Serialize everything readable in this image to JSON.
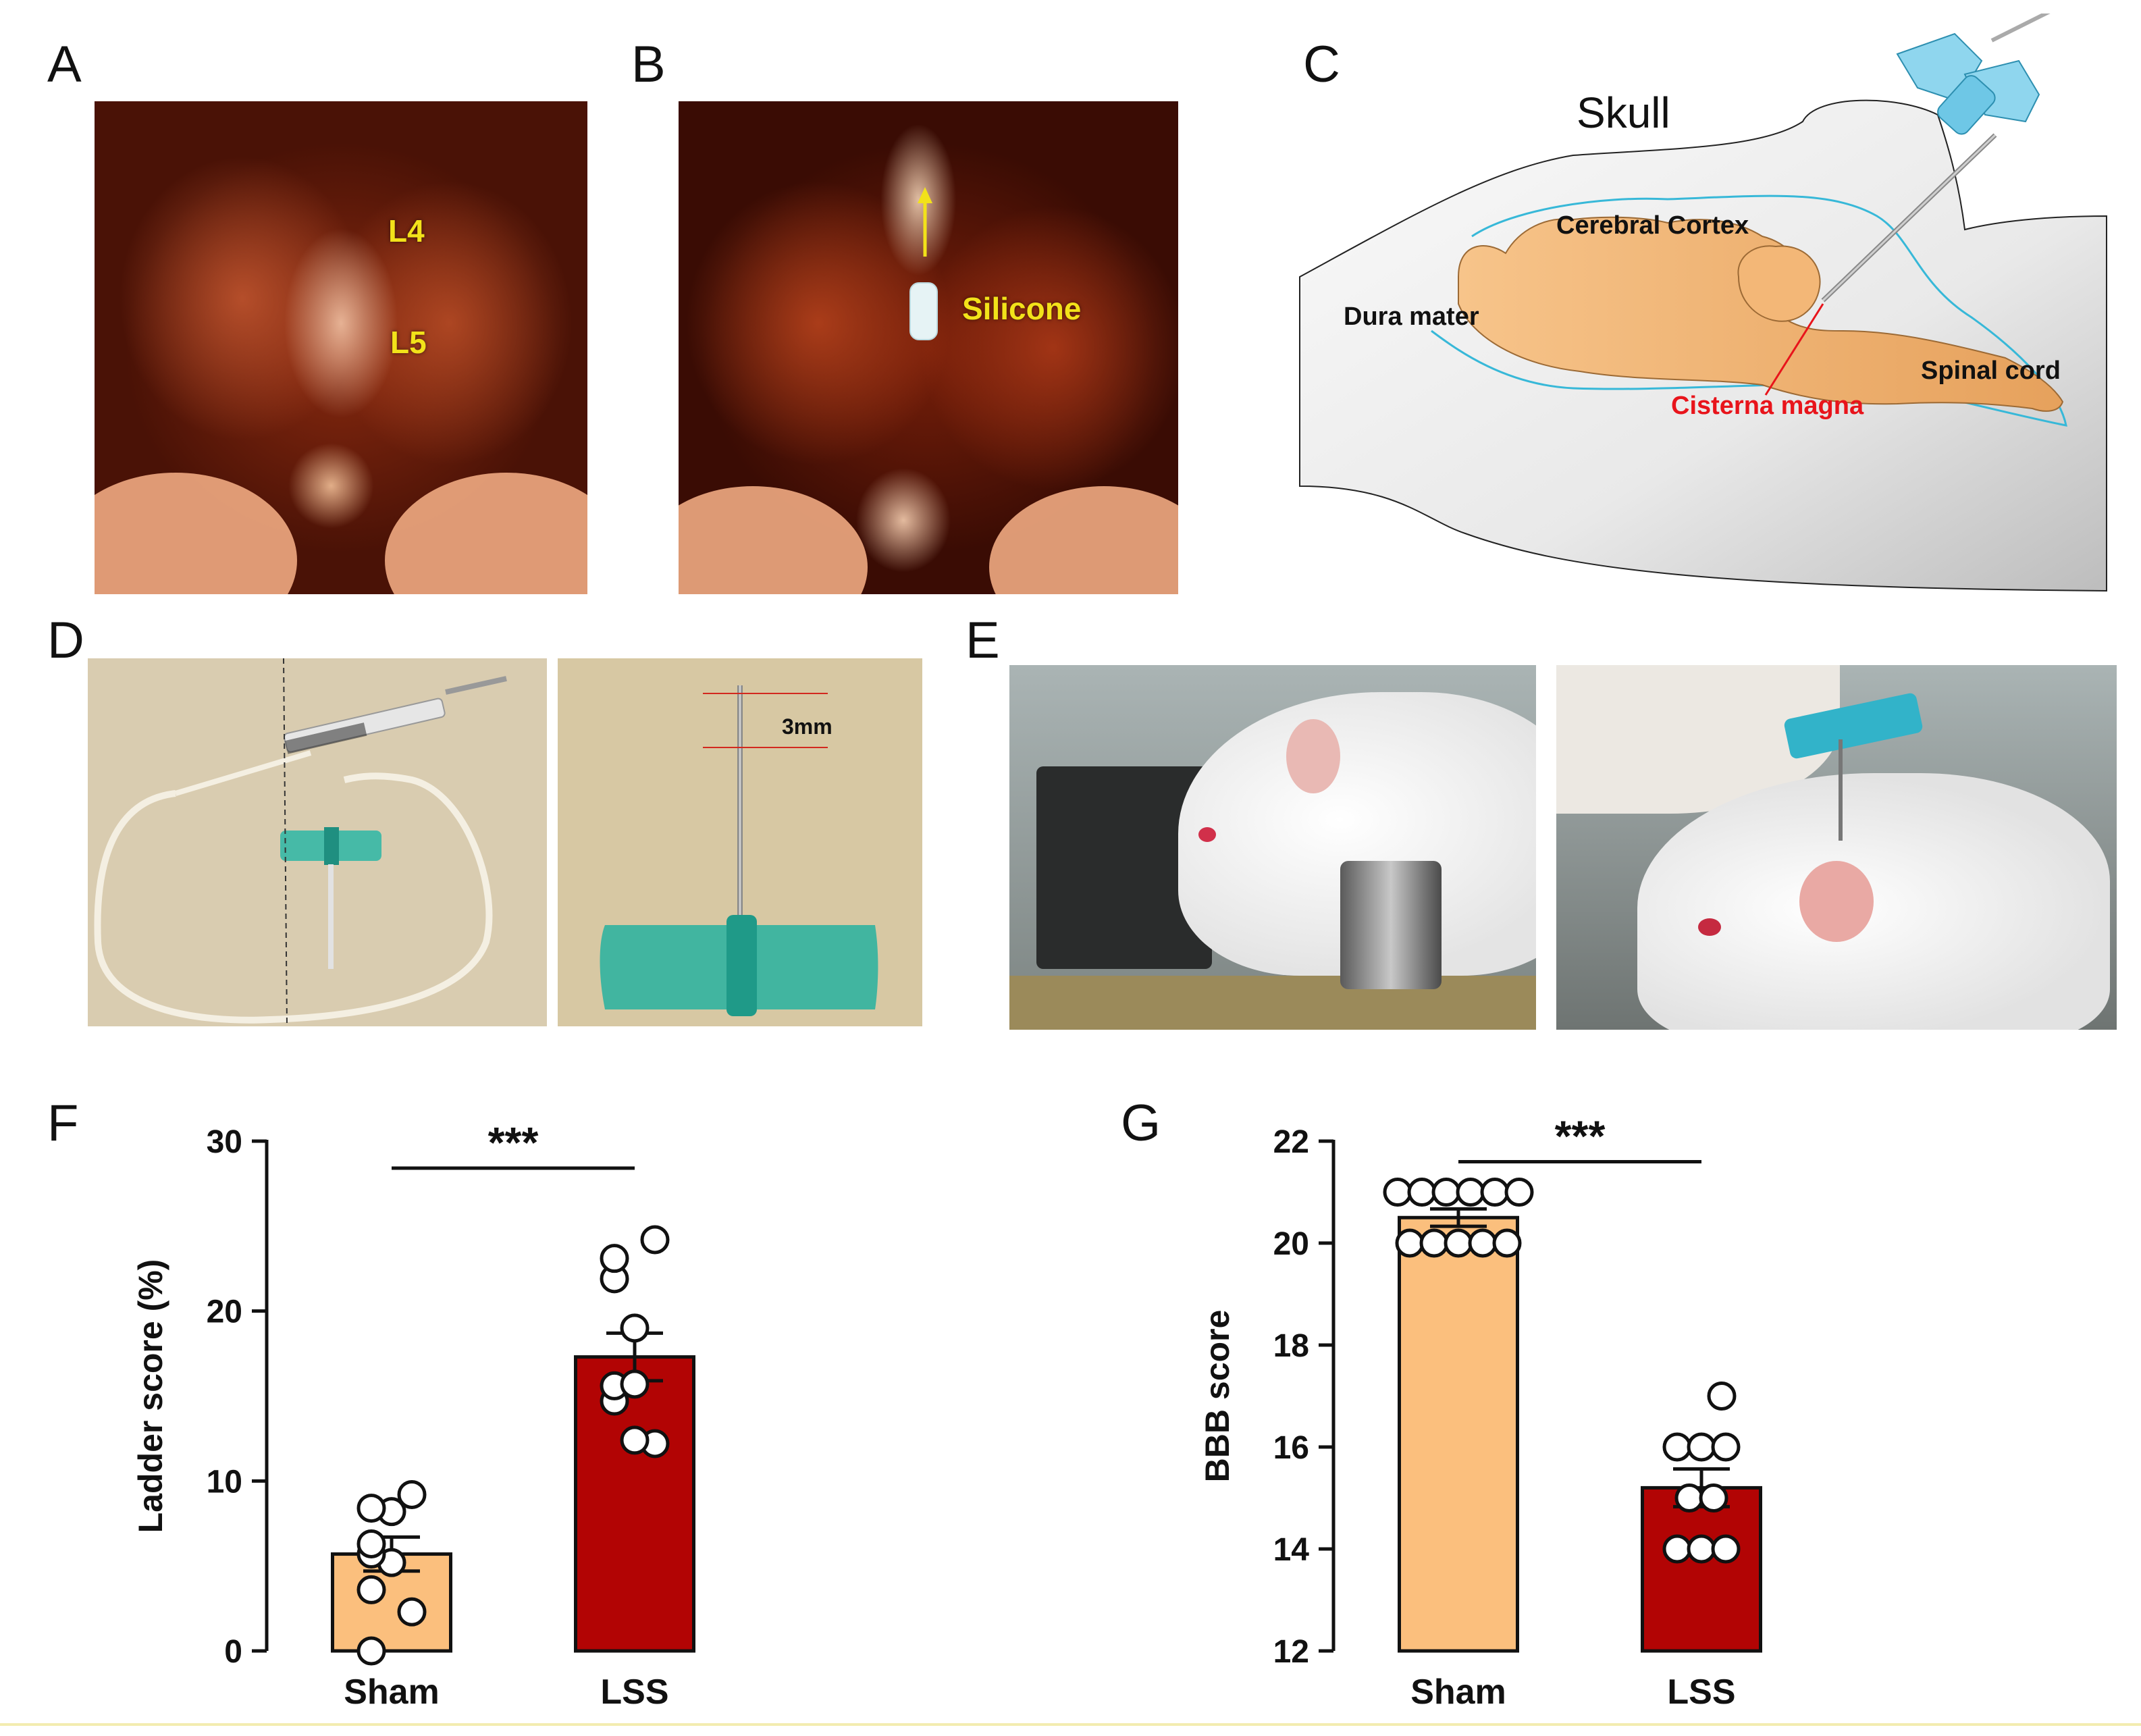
{
  "panels": {
    "A": {
      "letter": "A",
      "labels": [
        "L4",
        "L5"
      ]
    },
    "B": {
      "letter": "B",
      "labels": [
        "Silicone"
      ]
    },
    "C": {
      "letter": "C",
      "labels": {
        "skull": "Skull",
        "cortex": "Cerebral Cortex",
        "dura": "Dura mater",
        "spinal": "Spinal cord",
        "cisterna": "Cisterna magna"
      }
    },
    "D": {
      "letter": "D",
      "measure": "3mm"
    },
    "E": {
      "letter": "E"
    },
    "F": {
      "letter": "F"
    },
    "G": {
      "letter": "G"
    }
  },
  "colors": {
    "sham": "#fbbf7d",
    "lss": "#b20404",
    "cisterna_label": "#e8141b",
    "photo_label": "#f2e21a",
    "dura_line": "#37b8d8"
  },
  "chart_data": [
    {
      "type": "bar",
      "panel": "F",
      "categories": [
        "Sham",
        "LSS"
      ],
      "values": [
        5.7,
        17.3
      ],
      "sem": [
        1.0,
        1.4
      ],
      "ylabel": "Ladder score (%)",
      "ylim": [
        0,
        30
      ],
      "yticks": [
        0,
        10,
        20,
        30
      ],
      "significance": "***",
      "points": [
        [
          0,
          2.3,
          3.6,
          5.2,
          5.7,
          6.3,
          8.2,
          8.4,
          9.2
        ],
        [
          12.2,
          12.4,
          14.7,
          15.6,
          15.7,
          19.0,
          21.9,
          23.1,
          24.2
        ]
      ]
    },
    {
      "type": "bar",
      "panel": "G",
      "categories": [
        "Sham",
        "LSS"
      ],
      "values": [
        20.5,
        15.2
      ],
      "sem": [
        0.17,
        0.37
      ],
      "ylabel": "BBB score",
      "ylim": [
        12,
        22
      ],
      "yticks": [
        12,
        14,
        16,
        18,
        20,
        22
      ],
      "significance": "***",
      "points": [
        [
          20,
          20,
          20,
          20,
          20,
          21,
          21,
          21,
          21,
          21,
          21
        ],
        [
          14,
          14,
          14,
          15,
          15,
          16,
          16,
          16,
          17
        ]
      ]
    }
  ]
}
